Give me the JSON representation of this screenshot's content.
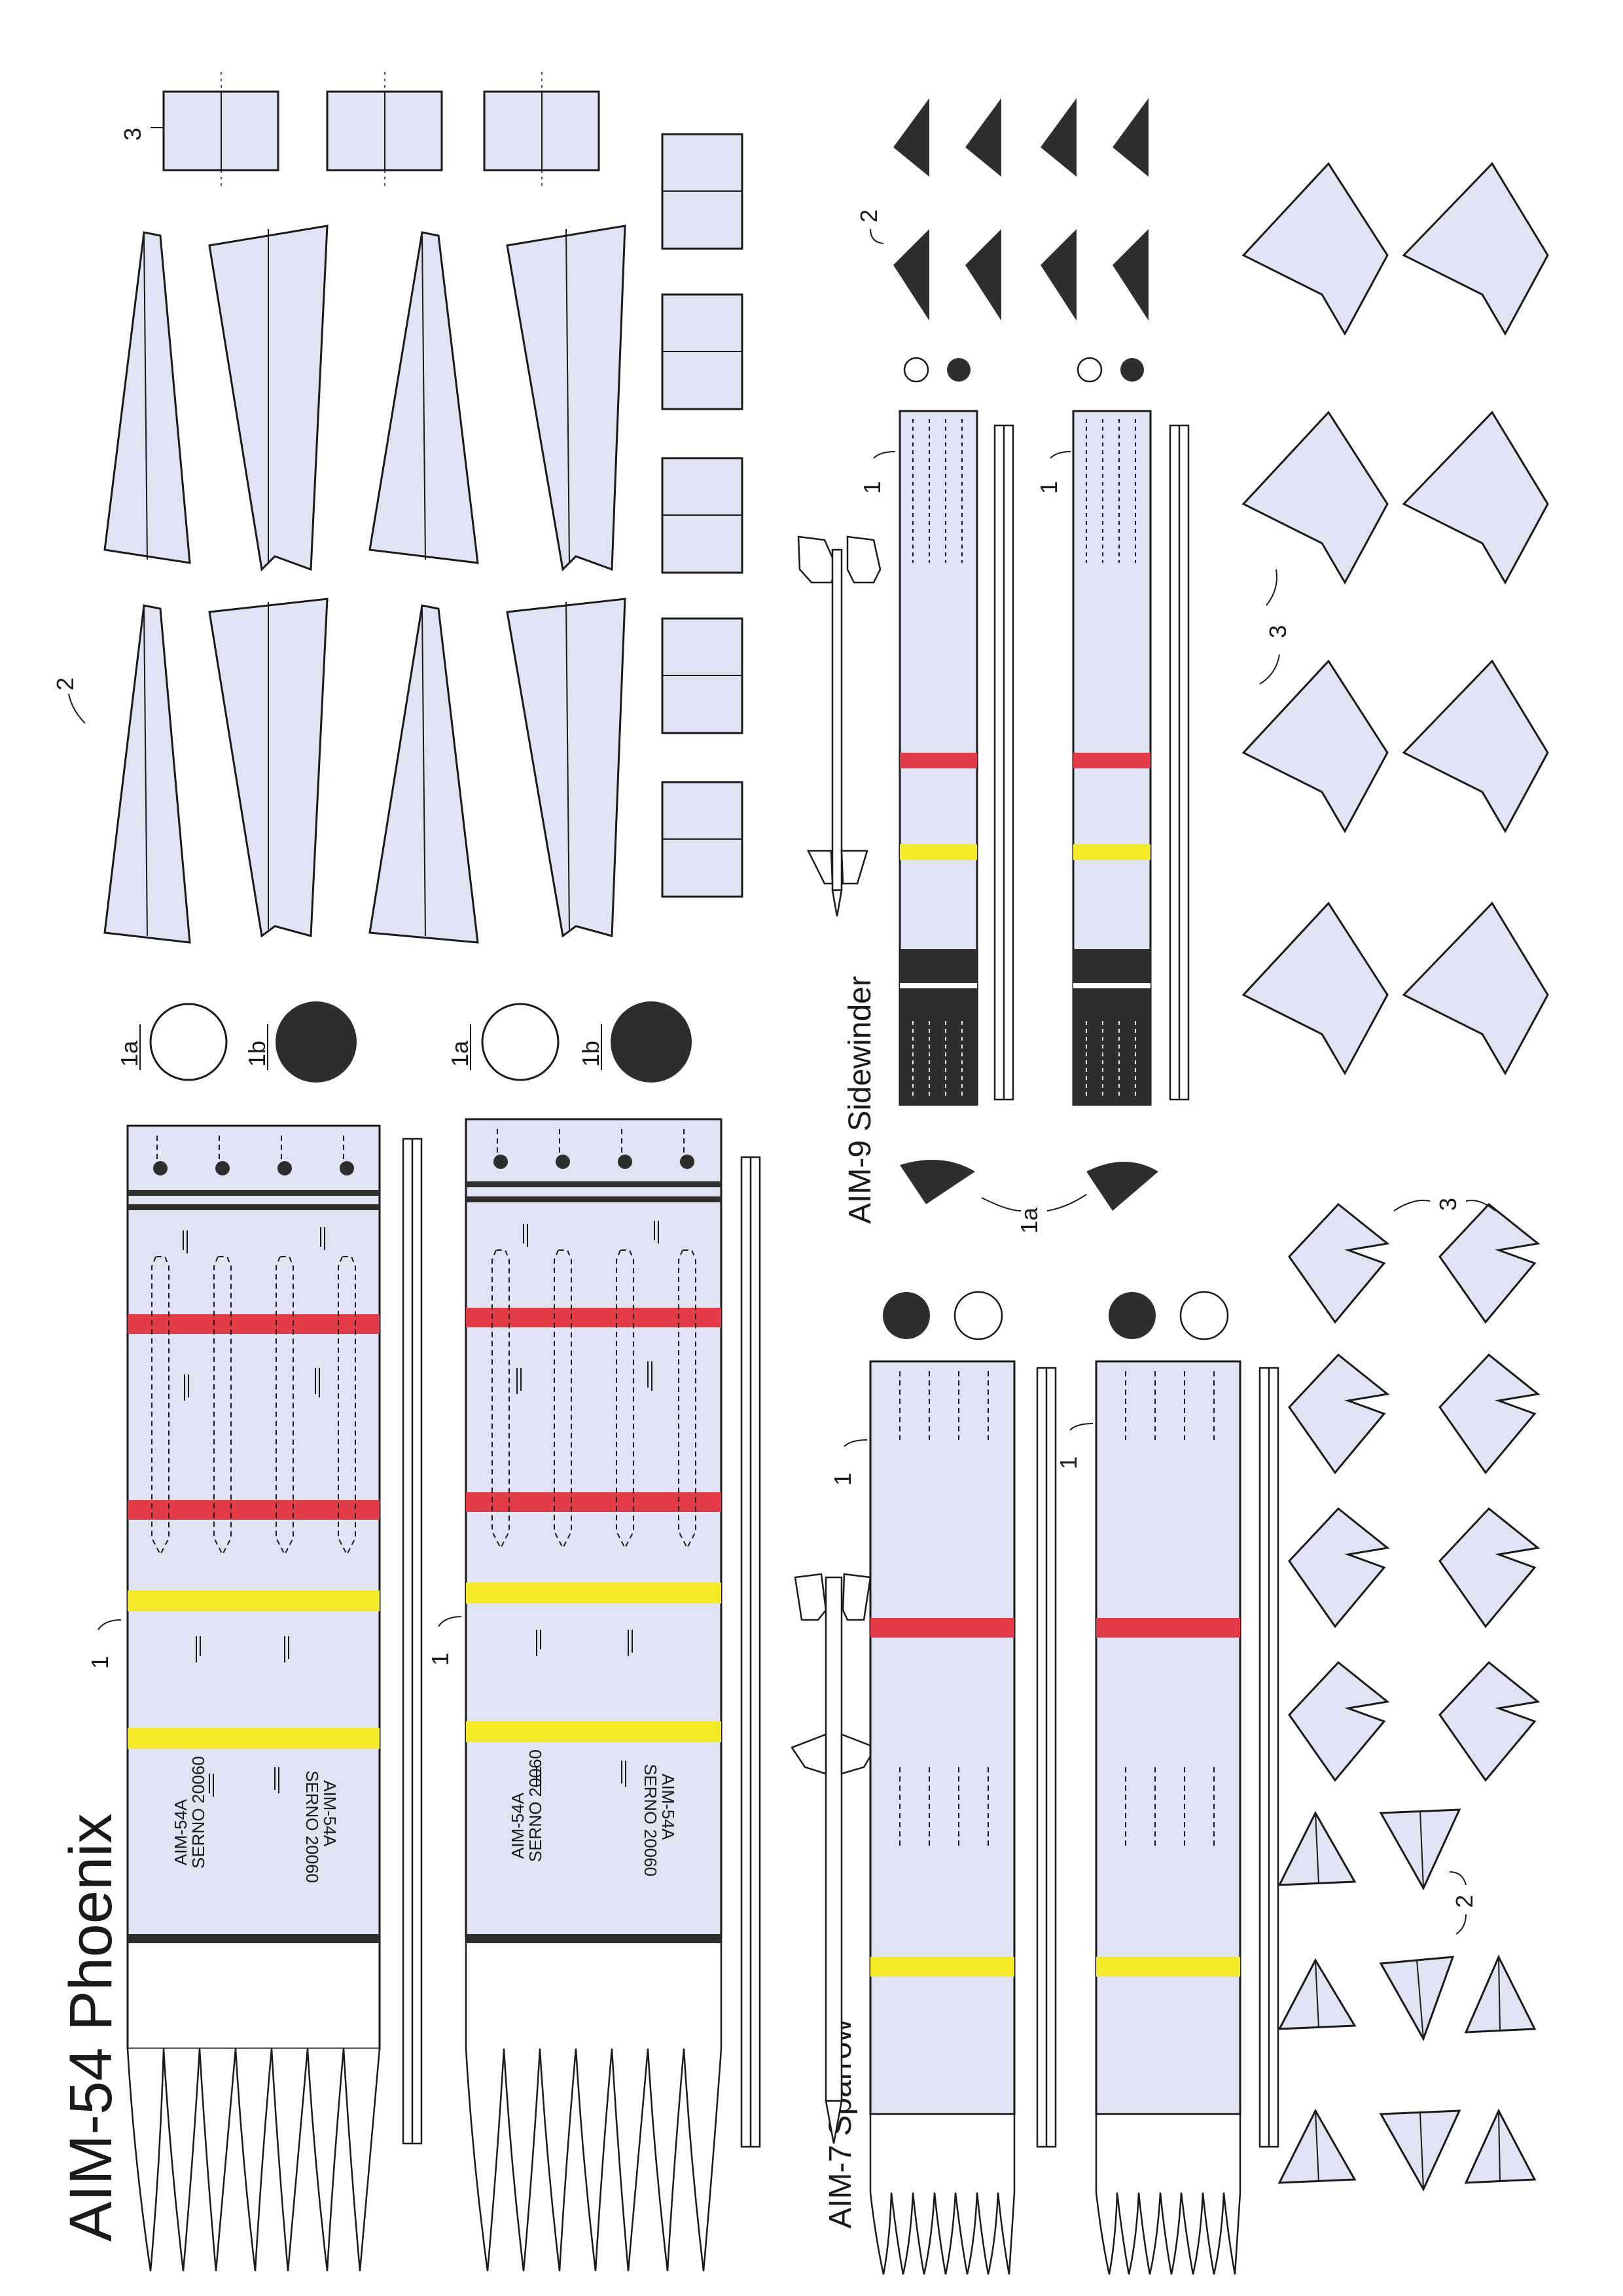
{
  "colors": {
    "part_fill": "#dfe3f4",
    "outline": "#1a1a1a",
    "red": "#e33b47",
    "yellow": "#f5ea27",
    "dark": "#2e2e2e",
    "white": "#ffffff"
  },
  "titles": {
    "phoenix": "AIM-54 Phoenix",
    "sidewinder": "AIM-9 Sidewinder",
    "sparrow": "AIM-7 Sparrow"
  },
  "part_labels": {
    "p1": "1",
    "p1a": "1a",
    "p1b": "1b",
    "p2": "2",
    "p3": "3"
  },
  "stencils": {
    "aim54a_line1": "AIM-54A",
    "aim54a_line2": "SERNO 20060"
  }
}
